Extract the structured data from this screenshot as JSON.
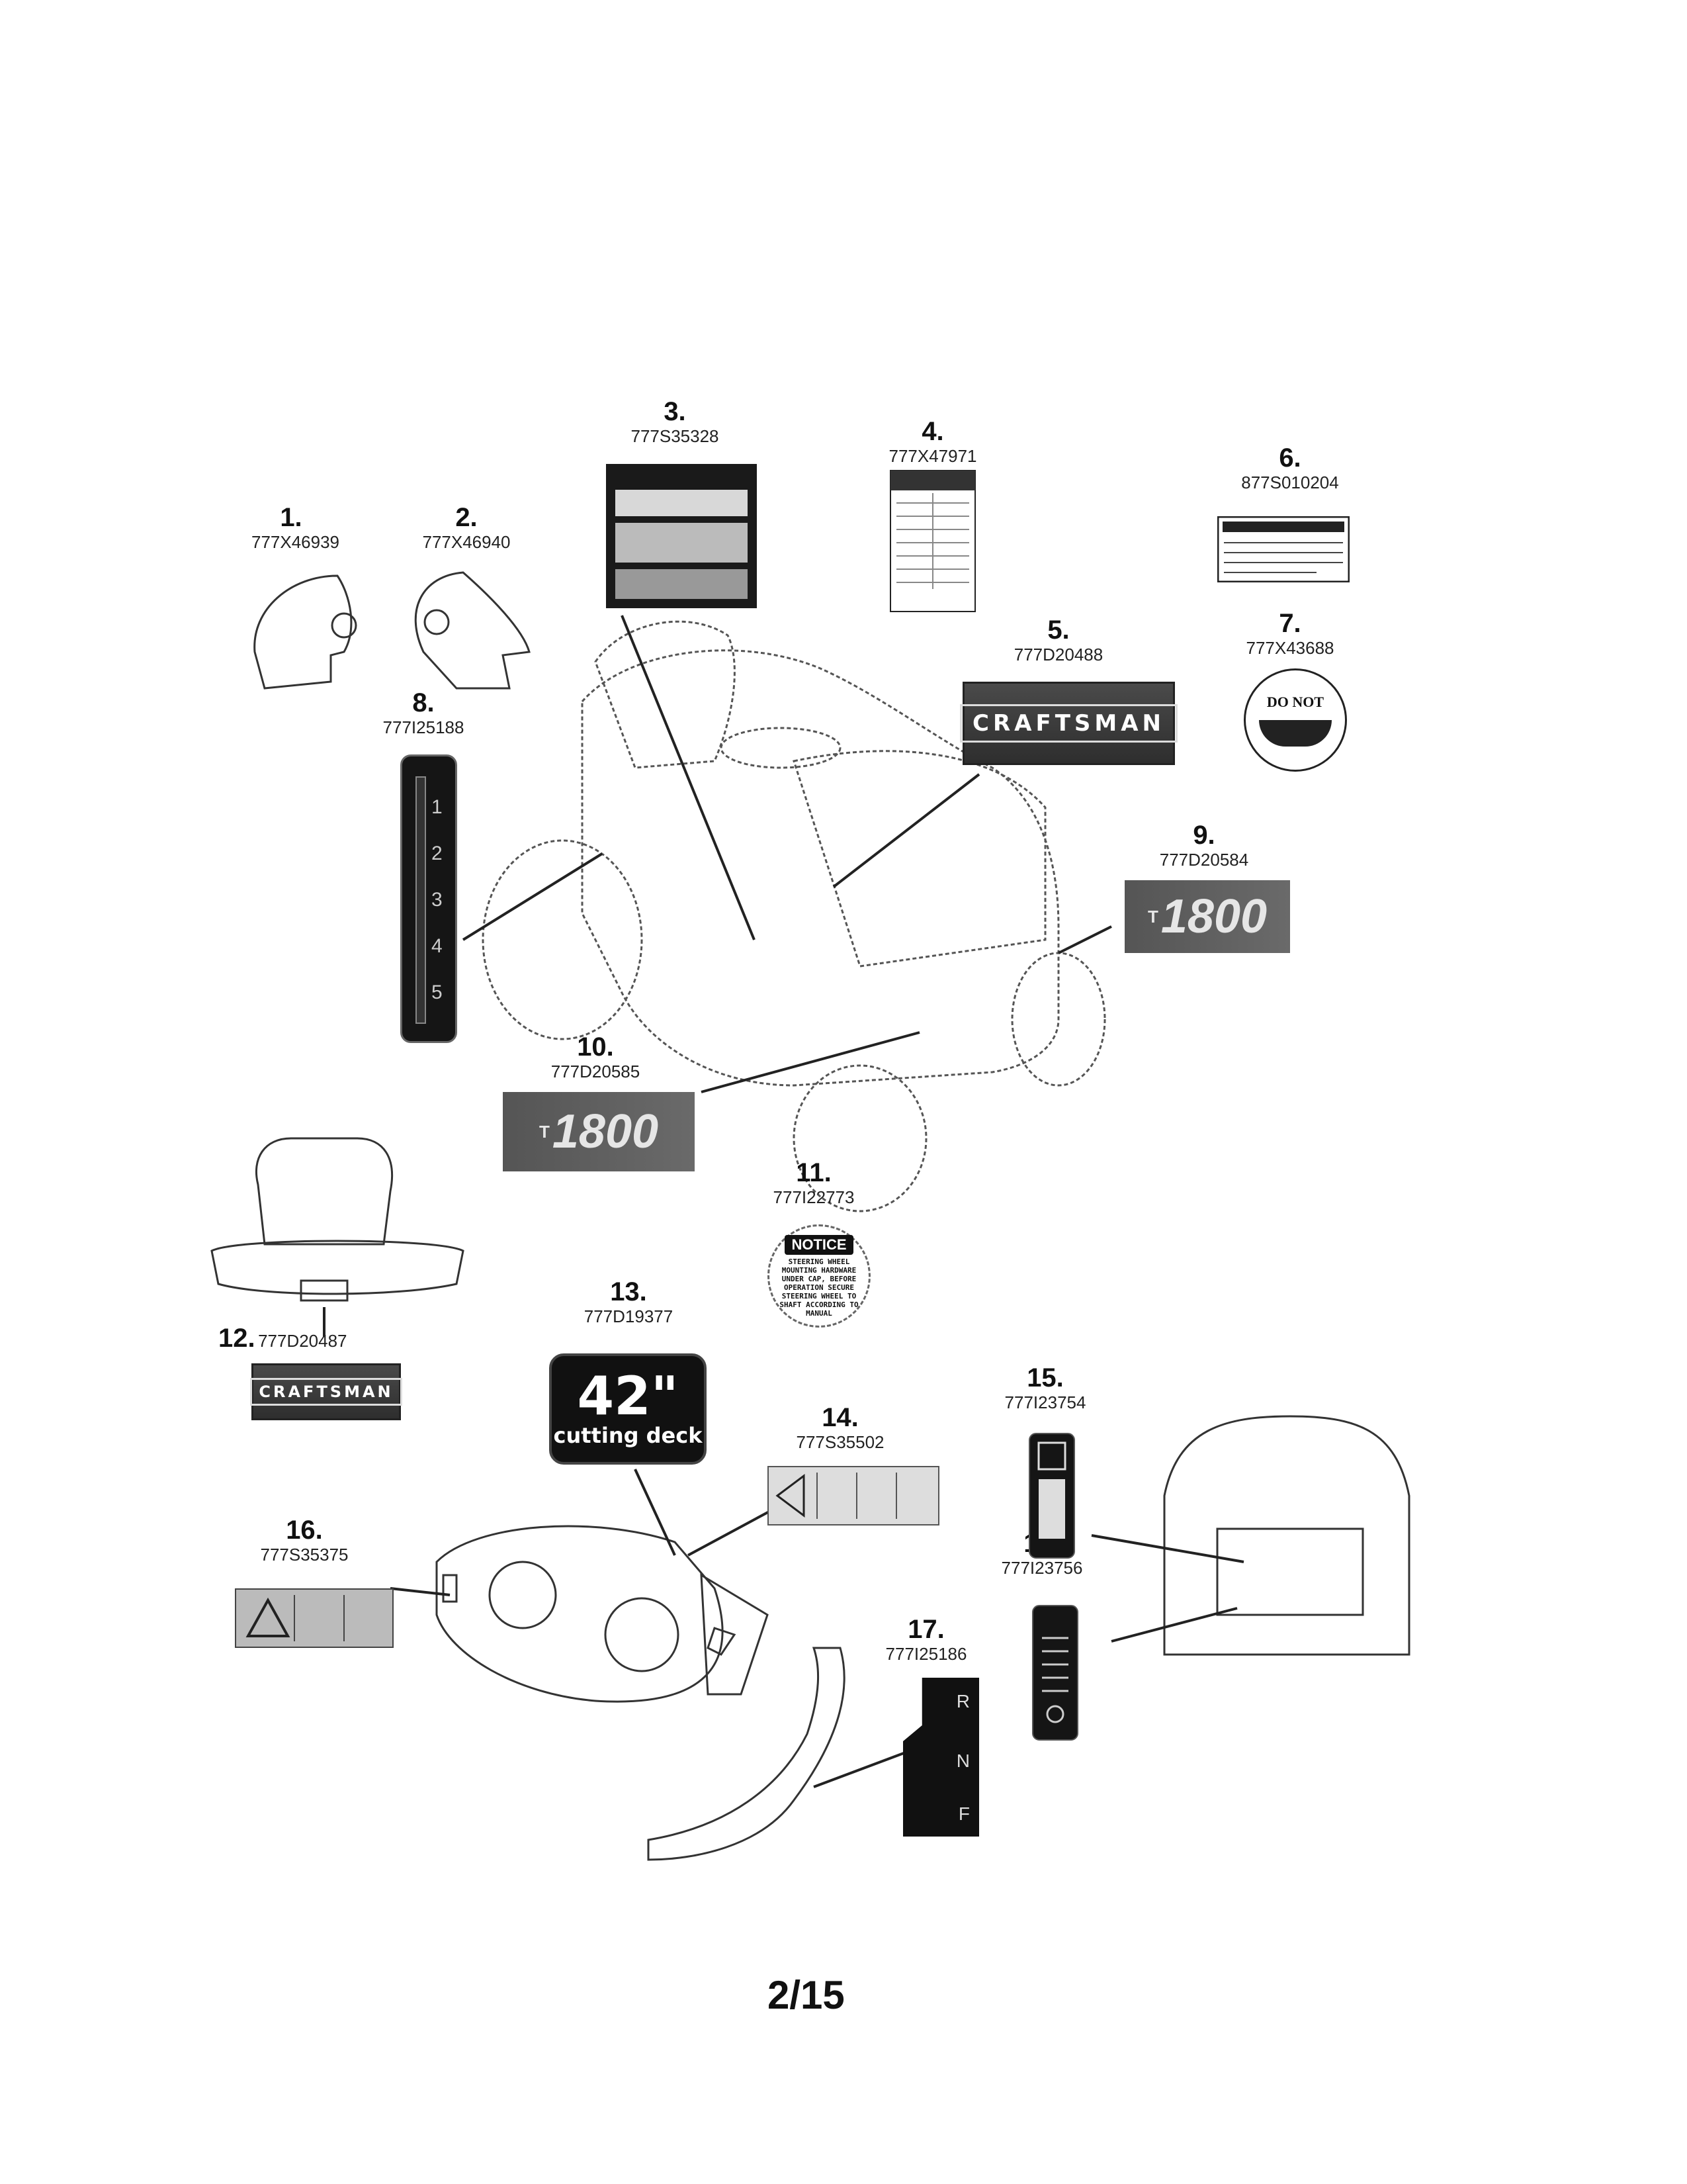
{
  "callouts": [
    {
      "num": "1.",
      "part": "777X46939"
    },
    {
      "num": "2.",
      "part": "777X46940"
    },
    {
      "num": "3.",
      "part": "777S35328"
    },
    {
      "num": "4.",
      "part": "777X47971"
    },
    {
      "num": "5.",
      "part": "777D20488"
    },
    {
      "num": "6.",
      "part": "877S010204"
    },
    {
      "num": "7.",
      "part": "777X43688"
    },
    {
      "num": "8.",
      "part": "777I25188"
    },
    {
      "num": "9.",
      "part": "777D20584"
    },
    {
      "num": "10.",
      "part": "777D20585"
    },
    {
      "num": "11.",
      "part": "777I22773"
    },
    {
      "num": "12.",
      "part": "777D20487"
    },
    {
      "num": "13.",
      "part": "777D19377"
    },
    {
      "num": "14.",
      "part": "777S35502"
    },
    {
      "num": "15.",
      "part": "777I23754"
    },
    {
      "num": "16.",
      "part": "777S35375"
    },
    {
      "num": "17.",
      "part": "777I25186"
    },
    {
      "num": "18.",
      "part": "777I23756"
    }
  ],
  "decals": {
    "brand_text": "CRAFTSMAN",
    "model_super": "T",
    "model_text": "1800",
    "deck_size": "42\"",
    "deck_text": "cutting deck",
    "notice_head": "NOTICE",
    "notice_body": "STEERING WHEEL MOUNTING HARDWARE UNDER CAP, BEFORE OPERATION SECURE STEERING WHEEL TO SHAFT ACCORDING TO MANUAL",
    "do_not": "DO NOT",
    "height_marks": [
      "1",
      "2",
      "3",
      "4",
      "5"
    ],
    "gear_marks": [
      "R",
      "N",
      "F"
    ]
  },
  "page_number": "2/15"
}
